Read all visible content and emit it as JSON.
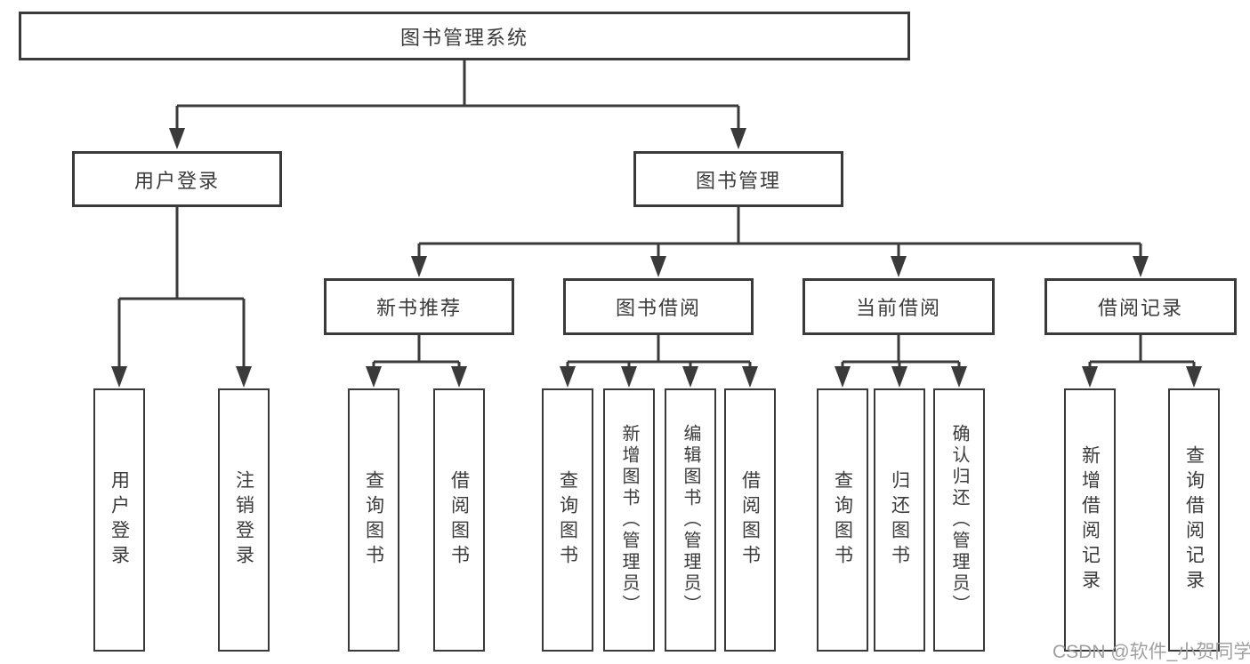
{
  "colors": {
    "line": "#3a3a3a",
    "text": "#3b3b3b",
    "box_bg": "#ffffff",
    "page_bg": "#ffffff",
    "watermark": "#a0a0a0"
  },
  "tree": {
    "label": "图书管理系统",
    "children": [
      {
        "label": "用户登录",
        "children": [
          {
            "label": "用户登录"
          },
          {
            "label": "注销登录"
          }
        ]
      },
      {
        "label": "图书管理",
        "children": [
          {
            "label": "新书推荐",
            "children": [
              {
                "label": "查询图书"
              },
              {
                "label": "借阅图书"
              }
            ]
          },
          {
            "label": "图书借阅",
            "children": [
              {
                "label": "查询图书"
              },
              {
                "label": "新增图书（管理员）"
              },
              {
                "label": "编辑图书（管理员）"
              },
              {
                "label": "借阅图书"
              }
            ]
          },
          {
            "label": "当前借阅",
            "children": [
              {
                "label": "查询图书"
              },
              {
                "label": "归还图书"
              },
              {
                "label": "确认归还（管理员）"
              }
            ]
          },
          {
            "label": "借阅记录",
            "children": [
              {
                "label": "新增借阅记录"
              },
              {
                "label": "查询借阅记录"
              }
            ]
          }
        ]
      }
    ]
  },
  "watermark": {
    "text": "CSDN @软件_小贺同学"
  }
}
